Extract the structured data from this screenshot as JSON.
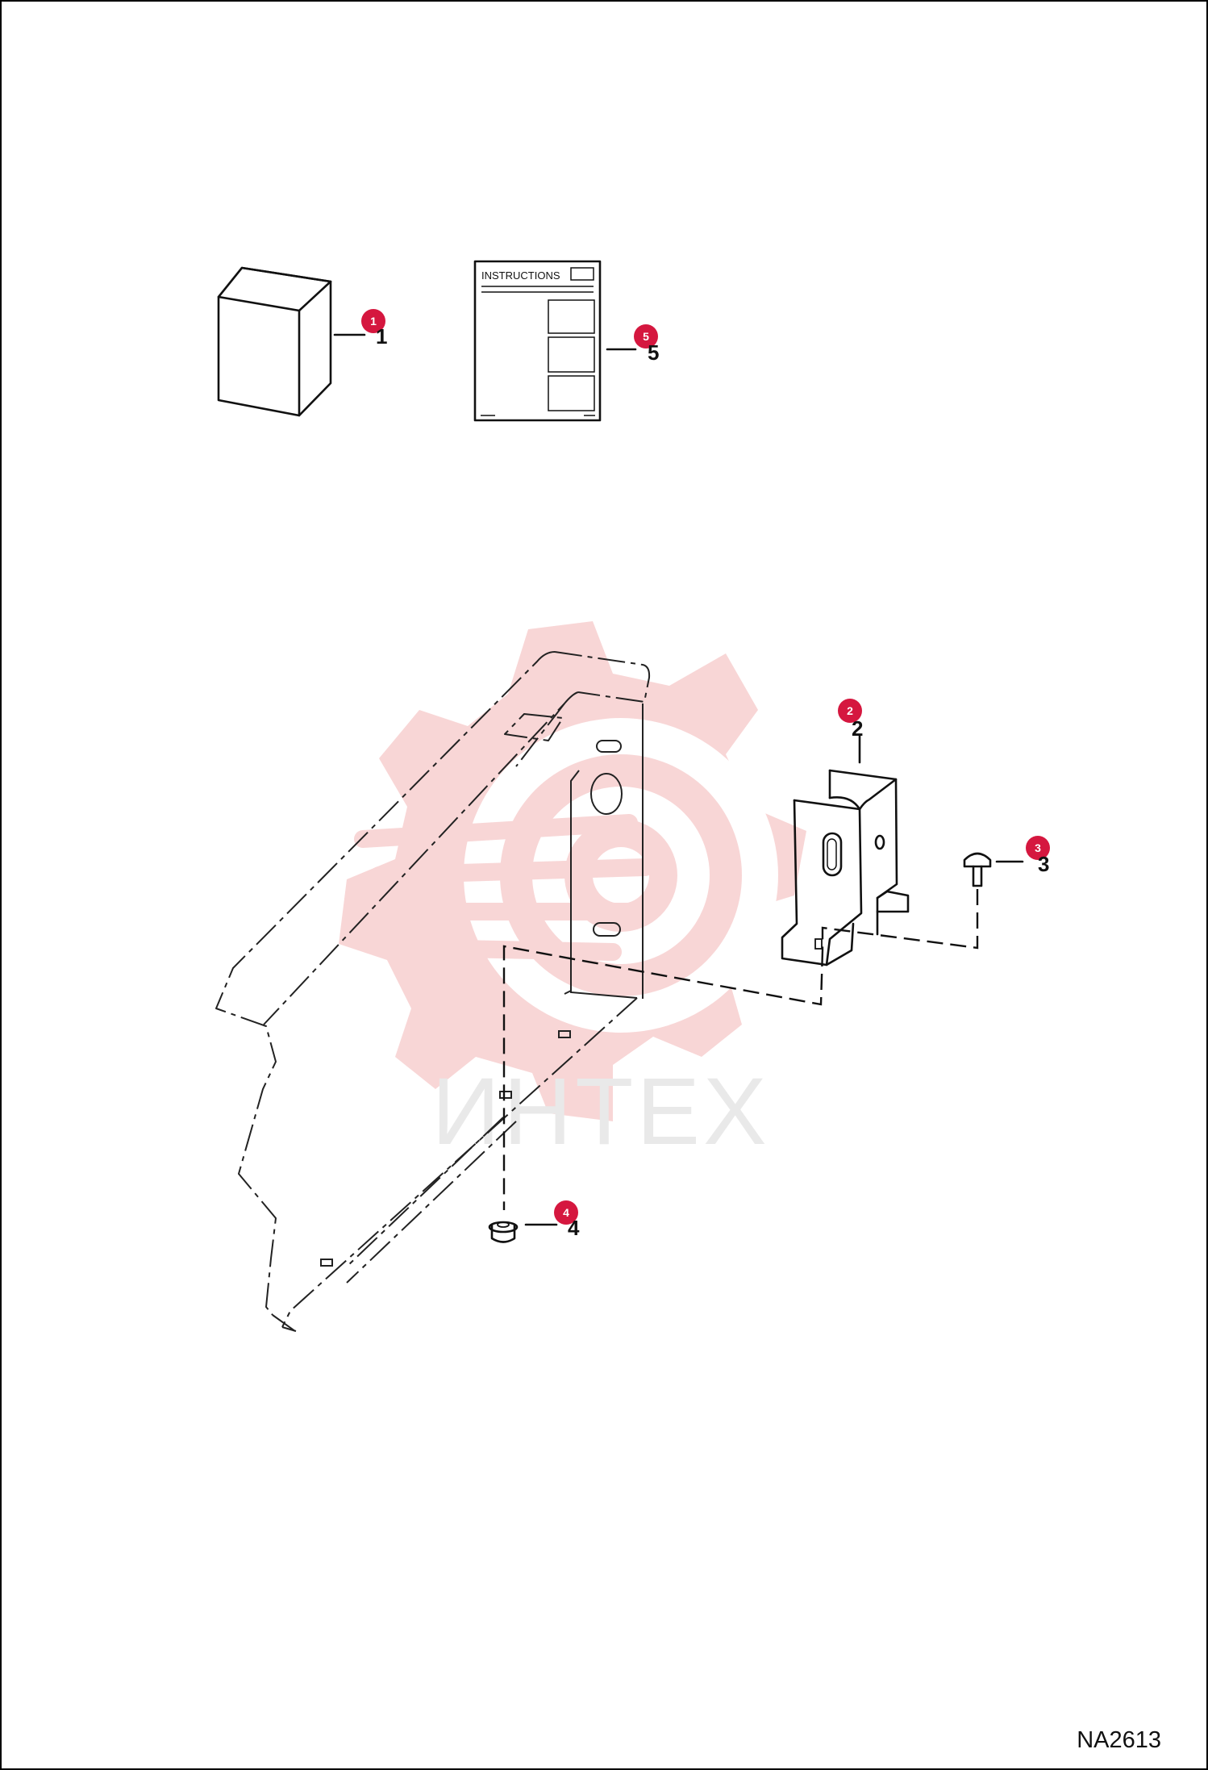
{
  "drawing": {
    "code": "NA2613",
    "instruction_sheet_title": "INSTRUCTIONS",
    "watermark_text": "ИНТЕХ",
    "colors": {
      "callout_fill": "#d5173f",
      "line": "#111111",
      "watermark": "#f3c2c2"
    }
  },
  "callouts": [
    {
      "number": "1",
      "label": "1",
      "part": "box-icon"
    },
    {
      "number": "2",
      "label": "2",
      "part": "mounting-bracket"
    },
    {
      "number": "3",
      "label": "3",
      "part": "carriage-bolt"
    },
    {
      "number": "4",
      "label": "4",
      "part": "flange-nut"
    },
    {
      "number": "5",
      "label": "5",
      "part": "instruction-sheet-icon"
    }
  ]
}
